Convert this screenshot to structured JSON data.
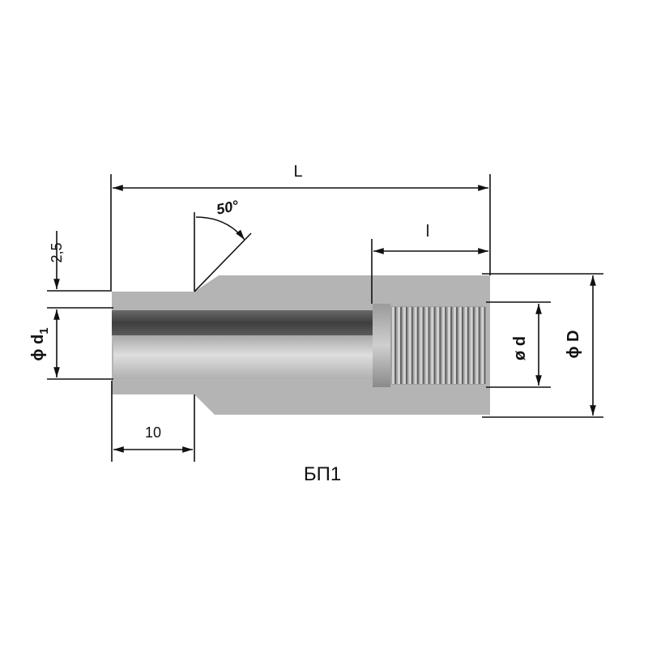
{
  "drawing": {
    "title": "БП1",
    "dimensions": {
      "length_total": "L",
      "thread_length": "l",
      "chamfer_angle": "50°",
      "wall_step": "2,5",
      "inner_diameter": "ϕ d",
      "inner_diameter_sub": "1",
      "end_length": "10",
      "thread_diameter": "ø d",
      "outer_diameter": "ϕ D"
    },
    "colors": {
      "body": "#b4b4b4",
      "bore_dark": "#555555",
      "bore_light": "#d6d6d6"
    }
  }
}
